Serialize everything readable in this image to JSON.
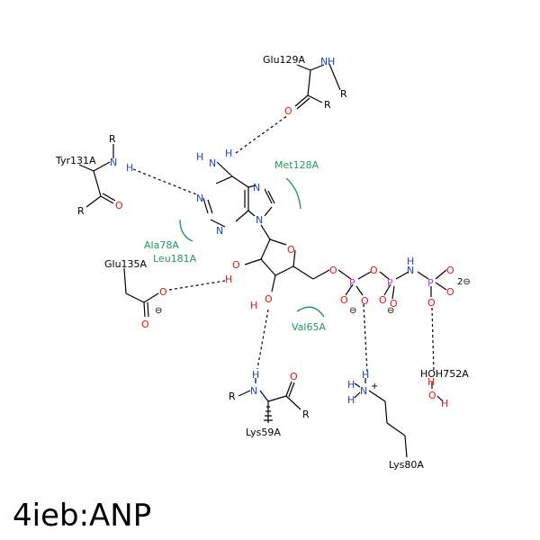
{
  "title": "4ieb:ANP",
  "colors": {
    "carbon": "#000000",
    "nitrogen": "#1f3fd0",
    "oxygen": "#ee1111",
    "phosphorus": "#cc33cc",
    "hydrophobic": "#1f9a5b"
  },
  "residues": {
    "glu129": "Glu129A",
    "tyr131": "Tyr131A",
    "met128": "Met128A",
    "ala78": "Ala78A",
    "leu181": "Leu181A",
    "glu135": "Glu135A",
    "val65": "Val65A",
    "lys59": "Lys59A",
    "lys80": "Lys80A",
    "hoh752": "HOH752A"
  },
  "atoms": {
    "N": "N",
    "O": "O",
    "P": "P",
    "H": "H",
    "R": "R"
  },
  "charges": {
    "minus": "⊖",
    "plus": "+",
    "two_minus": "2⊖"
  }
}
